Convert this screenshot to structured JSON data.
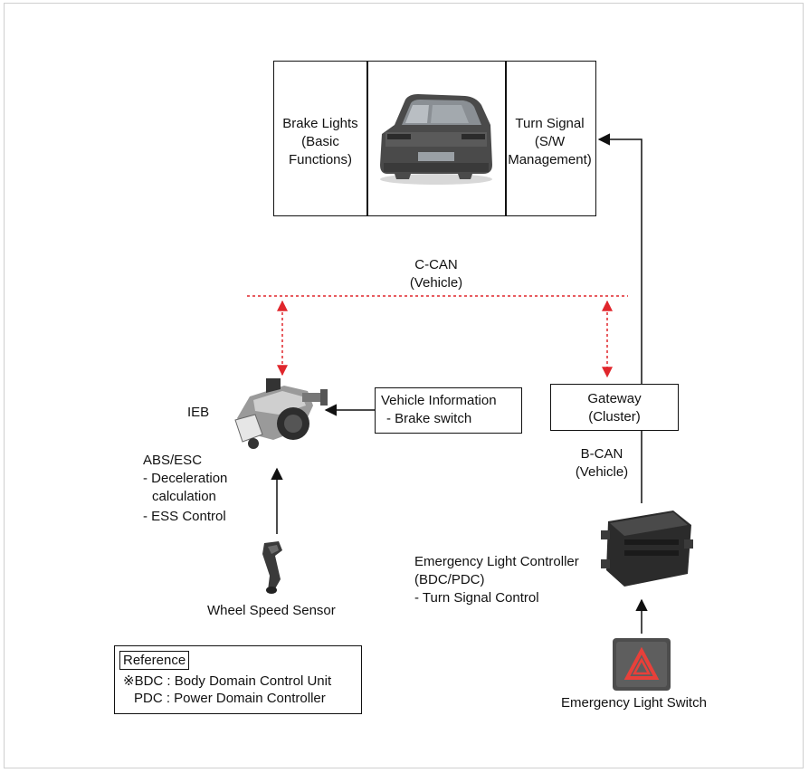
{
  "vehicle_panel": {
    "left_label": [
      "Brake Lights",
      "(Basic",
      "Functions)"
    ],
    "right_label": [
      "Turn Signal",
      "(S/W",
      "Management)"
    ]
  },
  "c_can": [
    "C-CAN",
    "(Vehicle)"
  ],
  "b_can": [
    "B-CAN",
    "(Vehicle)"
  ],
  "ieb": {
    "label": "IEB",
    "functions": [
      "ABS/ESC",
      "- Deceleration",
      "calculation",
      "- ESS Control"
    ]
  },
  "vehicle_information": [
    "Vehicle Information",
    "- Brake switch"
  ],
  "gateway": [
    "Gateway",
    "(Cluster)"
  ],
  "wheel_speed_sensor": "Wheel Speed Sensor",
  "emergency_light_controller": [
    "Emergency Light Controller",
    "(BDC/PDC)",
    "- Turn Signal Control"
  ],
  "emergency_light_switch": "Emergency Light Switch",
  "reference": {
    "title": "Reference",
    "lines": [
      "※BDC : Body Domain Control Unit",
      "PDC : Power Domain Controller"
    ]
  },
  "colors": {
    "can_bus_dashed": "#e0262c",
    "line": "#111111",
    "switch_red": "#e8403a"
  },
  "icons": [
    "car-rear-view",
    "ieb-unit",
    "wheel-speed-sensor",
    "controller-module",
    "hazard-switch"
  ]
}
